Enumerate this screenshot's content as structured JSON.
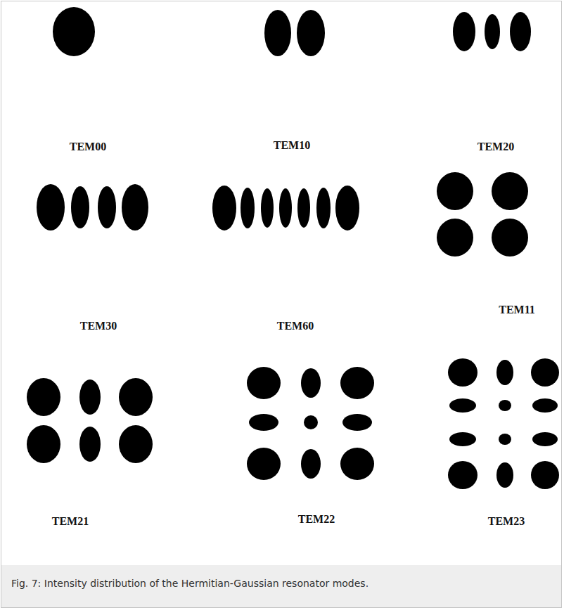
{
  "diagram": {
    "caption": "Fig. 7: Intensity distribution of the Hermitian-Gaussian resonator modes.",
    "labels": [
      "TEM00",
      "TEM10",
      "TEM20",
      "TEM30",
      "TEM60",
      "TEM11",
      "TEM21",
      "TEM22",
      "TEM23"
    ]
  }
}
